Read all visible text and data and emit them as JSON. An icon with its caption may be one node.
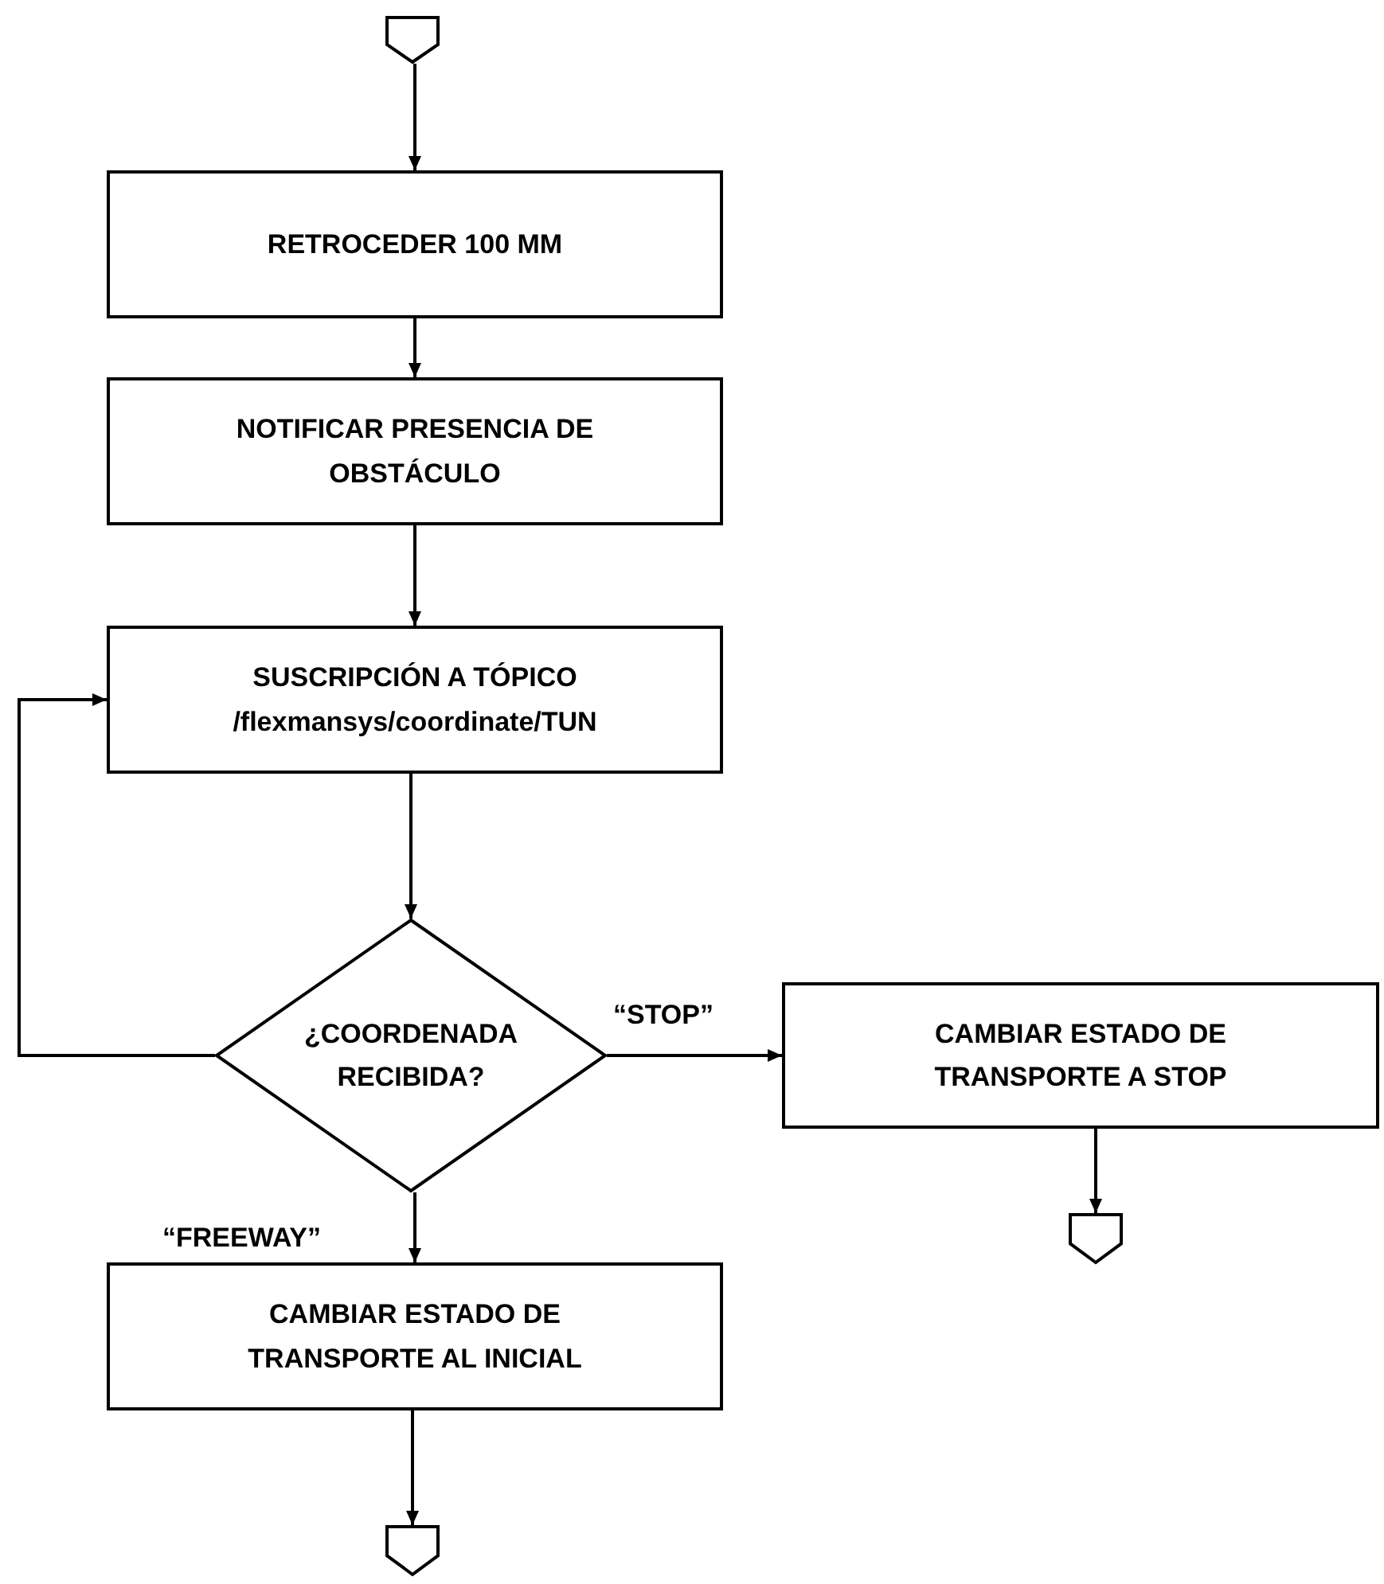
{
  "diagram": {
    "nodes": [
      {
        "text": [],
        "shape": "pentagon"
      },
      {
        "text": [
          "RETROCEDER 100 MM"
        ]
      },
      {
        "text": [
          "NOTIFICAR PRESENCIA DE OBSTÁCULO"
        ]
      },
      {
        "text": [
          "SUSCRIPCIÓN A TÓPICO /flexmansys/coordinate/TUN"
        ]
      },
      {
        "text": [
          "¿COORDENADA RECIBIDA?"
        ]
      },
      {
        "text": [
          "CAMBIAR ESTADO DE TRANSPORTE A STOP"
        ]
      },
      {
        "text": [],
        "shape": "pentagon"
      },
      {
        "text": [
          "CAMBIAR ESTADO DE TRANSPORTE AL INICIAL"
        ]
      },
      {
        "text": [],
        "shape": "pentagon"
      }
    ],
    "edges": [
      {
        "from": 0,
        "to": 1,
        "arrow": "to"
      },
      {
        "from": 1,
        "to": 2,
        "arrow": "to"
      },
      {
        "from": 2,
        "to": 3,
        "arrow": "to"
      },
      {
        "from": 3,
        "to": 4,
        "arrow": "to"
      },
      {
        "from": 4,
        "to": 3,
        "arrow": "to"
      },
      {
        "from": 4,
        "to": 5,
        "arrow": "to",
        "label": "“STOP”"
      },
      {
        "from": 5,
        "to": 6,
        "arrow": "to"
      },
      {
        "from": 4,
        "to": 7,
        "arrow": "to",
        "label": "“FREEWAY”"
      },
      {
        "from": 7,
        "to": 8,
        "arrow": "to"
      }
    ]
  }
}
